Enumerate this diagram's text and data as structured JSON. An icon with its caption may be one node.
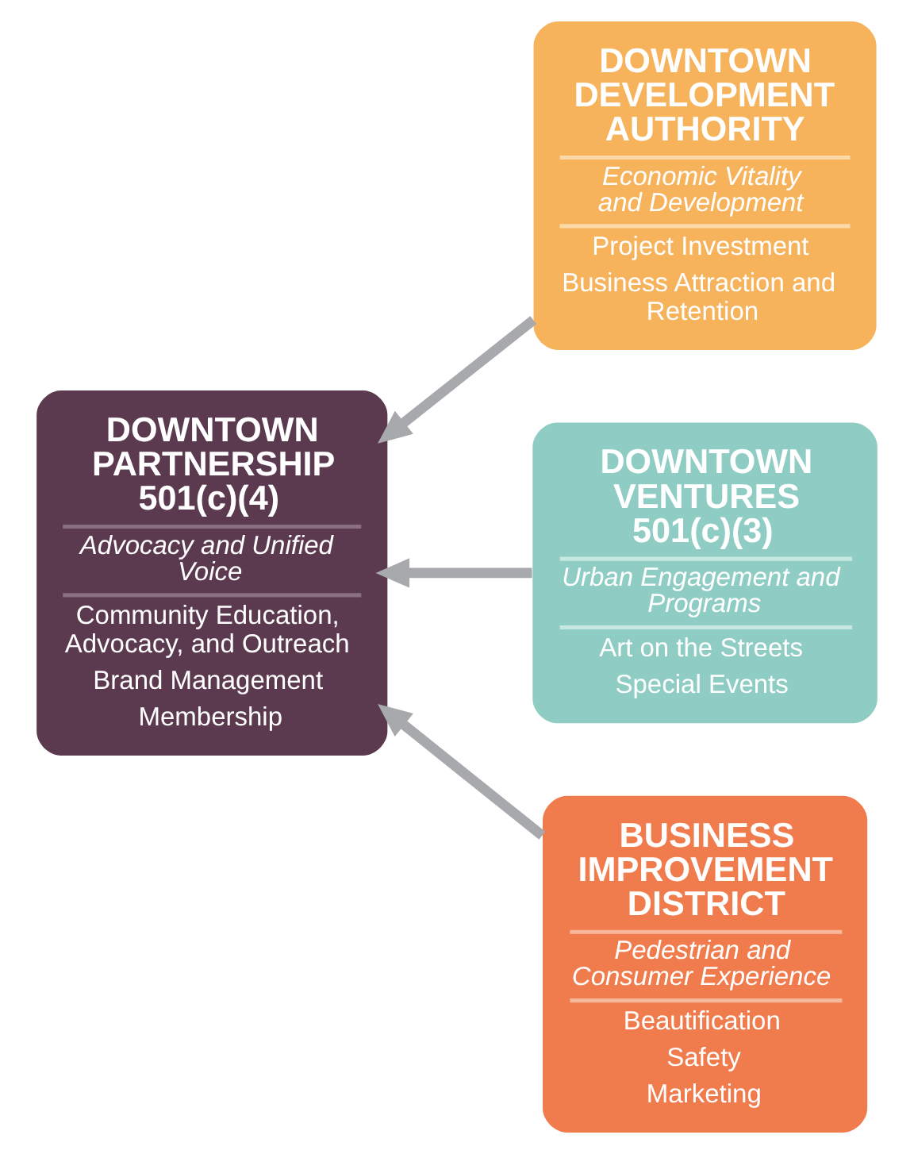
{
  "diagram": {
    "nodes": [
      {
        "text": [
          "DOWNTOWN DEVELOPMENT AUTHORITY",
          "Economic Vitality and Development",
          "Project Investment",
          "Business Attraction and Retention"
        ]
      },
      {
        "text": [
          "DOWNTOWN PARTNERSHIP 501(c)(4)",
          "Advocacy and Unified Voice",
          "Community Education, Advocacy, and Outreach",
          "Brand Management",
          "Membership"
        ]
      },
      {
        "text": [
          "DOWNTOWN VENTURES 501(c)(3)",
          "Urban Engagement and Programs",
          "Art on the Streets",
          "Special Events"
        ]
      },
      {
        "text": [
          "BUSINESS IMPROVEMENT DISTRICT",
          "Pedestrian and Consumer Experience",
          "Beautification",
          "Safety",
          "Marketing"
        ]
      }
    ],
    "edges": [
      {
        "from": 0,
        "to": 1,
        "arrow": "to"
      },
      {
        "from": 2,
        "to": 1,
        "arrow": "to"
      },
      {
        "from": 3,
        "to": 1,
        "arrow": "to"
      }
    ]
  }
}
